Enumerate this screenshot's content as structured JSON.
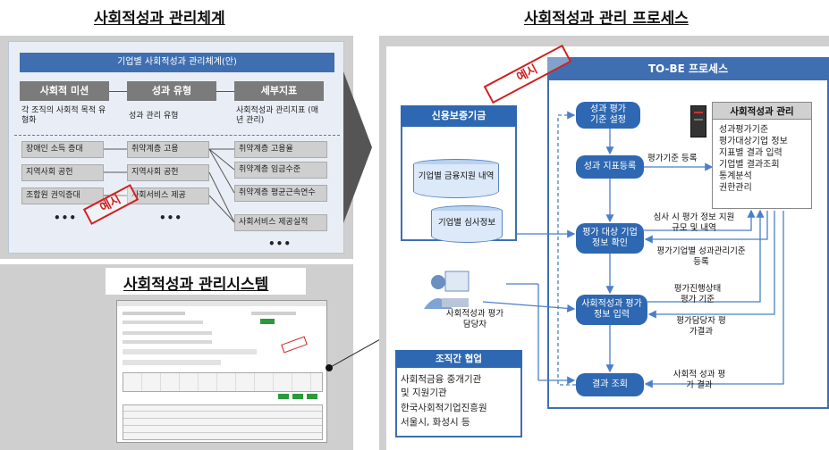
{
  "left": {
    "title": "사회적성과 관리체계",
    "panel_header": "기업별 사회적성과 관리체계(안)",
    "categories": [
      {
        "label": "사회적 미션",
        "desc": "각 조직의 사회적 목적 유형화"
      },
      {
        "label": "성과 유형",
        "desc": "성과 관리 유형"
      },
      {
        "label": "세부지표",
        "desc": "사회적성과 관리지표 (매년 관리)"
      }
    ],
    "missions": [
      "장애인 소득 증대",
      "지역사회 공헌",
      "조합원 권익증대"
    ],
    "types": [
      "취약계층 고용",
      "지역사회 공헌",
      "사회서비스 제공"
    ],
    "indicators": [
      "취약계층 고용율",
      "취약계층 임금수준",
      "취약계층 평균근속연수",
      "사회서비스 제공실적"
    ],
    "ellipsis": "•••",
    "stamp": "예시"
  },
  "system": {
    "title": "사회적성과 관리시스템"
  },
  "right": {
    "title": "사회적성과 관리 프로세스",
    "tobe": "TO-BE 프로세스",
    "stamp": "예시",
    "org": "신용보증기금",
    "db1": "기업별 금융지원 내역",
    "db2": "기업별 심사정보",
    "person": "사회적성과 평가담당자",
    "collab_title": "조직간 협업",
    "collab_items": [
      "사회적금융 중개기관",
      "및 지원기관",
      "한국사회적기업진흥원",
      "서울시, 화성시 등"
    ],
    "mgmt_title": "사회적성과 관리",
    "mgmt_items": [
      "성과평가기준",
      "평가대상기업 정보",
      "지표별 결과 입력",
      "기업별 결과조회",
      "통계분석",
      "권한관리"
    ],
    "steps": [
      "성과 평가 기준 설정",
      "성과 지표등록",
      "평가 대상 기업정보 확인",
      "사회적성과 평가 정보 입력",
      "결과 조회"
    ],
    "edge_labels": [
      "평가기준 등록",
      "심사 시 평가 정보 지원 규모 및 내역",
      "평가기업별 성과관리기준 등록",
      "평가진행상태 평가 기준",
      "평가담당자 평가결과",
      "사회적 성과 평가 결과"
    ]
  }
}
